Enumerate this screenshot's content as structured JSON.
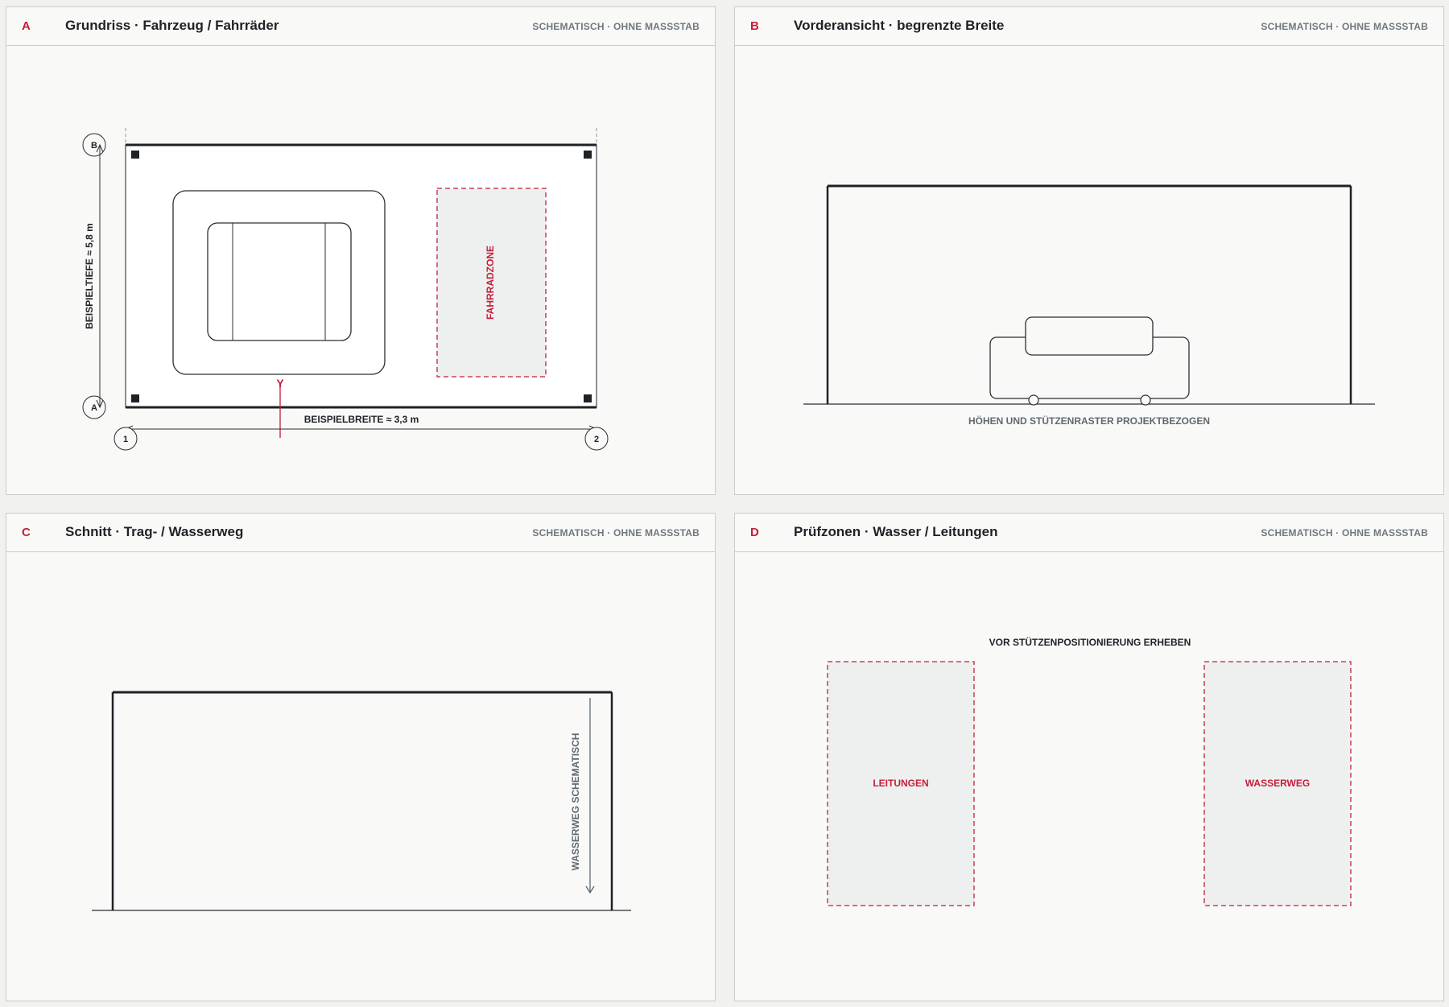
{
  "colors": {
    "accent": "#c41e3a",
    "ink": "#1e2226",
    "muted": "#5f6970",
    "zone_fill": "#eef0ef"
  },
  "panels": [
    {
      "letter": "A",
      "title": "Grundriss · Fahrzeug / Fahrräder",
      "note": "SCHEMATISCH · OHNE MASSSTAB",
      "labels": {
        "bike_zone": "FAHRRADZONE",
        "depth": "BEISPIELTIEFE ≈ 5,8 m",
        "width": "BEISPIELBREITE ≈ 3,3 m",
        "axis_b": "B",
        "axis_a": "A",
        "axis_1": "1",
        "axis_2": "2",
        "section_marker": "Y"
      }
    },
    {
      "letter": "B",
      "title": "Vorderansicht · begrenzte Breite",
      "note": "SCHEMATISCH · OHNE MASSSTAB",
      "labels": {
        "caption": "HÖHEN UND STÜTZENRASTER PROJEKTBEZOGEN"
      }
    },
    {
      "letter": "C",
      "title": "Schnitt · Trag- / Wasserweg",
      "note": "SCHEMATISCH · OHNE MASSSTAB",
      "labels": {
        "water_path": "WASSERWEG SCHEMATISCH"
      }
    },
    {
      "letter": "D",
      "title": "Prüfzonen · Wasser / Leitungen",
      "note": "SCHEMATISCH · OHNE MASSSTAB",
      "labels": {
        "caption": "VOR STÜTZENPOSITIONIERUNG ERHEBEN",
        "zone_left": "LEITUNGEN",
        "zone_right": "WASSERWEG"
      }
    }
  ]
}
